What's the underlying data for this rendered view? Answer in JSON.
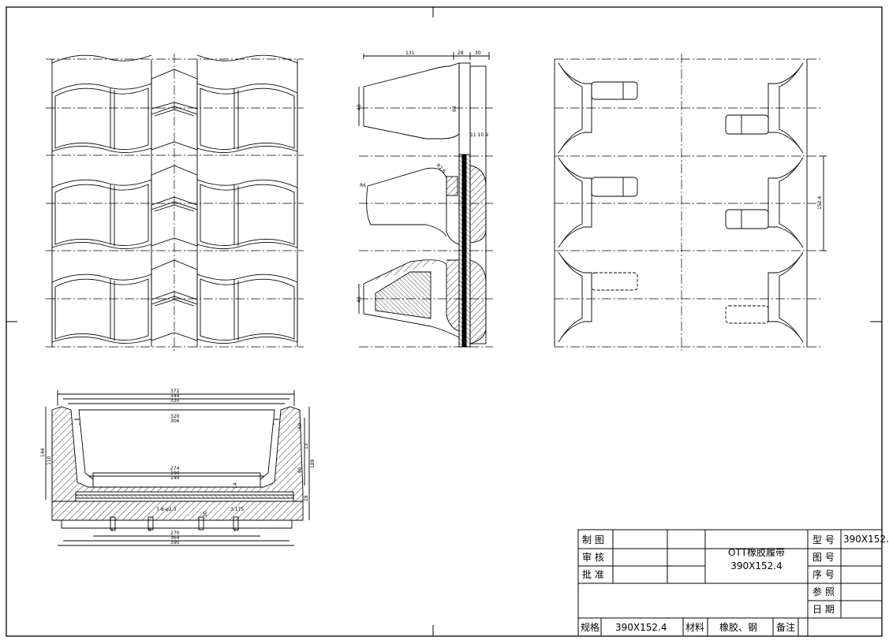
{
  "dimensions": {
    "side_131": "131",
    "side_28": "28",
    "side_30": "30",
    "side_48_top": "48",
    "side_98": "98",
    "side_11_10_9": "11 10 9",
    "side_r6": "R6",
    "side_48_bottom": "48",
    "side_12": "R2.6",
    "pitch_152_4": "152.4",
    "sec_372": "372",
    "sec_344": "344",
    "sec_330": "330",
    "sec_320": "320",
    "sec_306": "306",
    "sec_274": "274",
    "sec_190": "190",
    "sec_140": "140",
    "sec_270": "270",
    "sec_364": "364",
    "sec_390": "390",
    "sec_144": "144",
    "sec_110": "110",
    "sec_60a": "60",
    "sec_13": "13",
    "sec_60b": "60",
    "sec_189": "189",
    "sec_28": "28",
    "sec_14": "14",
    "sec_3175": "3.175",
    "sec_7x2": "7-8-φ2.3",
    "sec_30": "30",
    "sec_17a": "17",
    "sec_8": "8",
    "sec_17b": "17"
  },
  "title_block": {
    "drawn_label": "制 图",
    "check_label": "审 核",
    "approve_label": "批 准",
    "product_name": "OTT橡胶履带",
    "product_spec": "390X152.4",
    "model_label": "型 号",
    "model_value": "390X152.4",
    "drawing_no_label": "图 号",
    "seq_label": "序 号",
    "ref_label": "参 照",
    "date_label": "日 期",
    "spec_label": "规格",
    "spec_value": "390X152.4",
    "material_label": "材料",
    "material_value": "橡胶、钢",
    "remark_label": "备注"
  }
}
